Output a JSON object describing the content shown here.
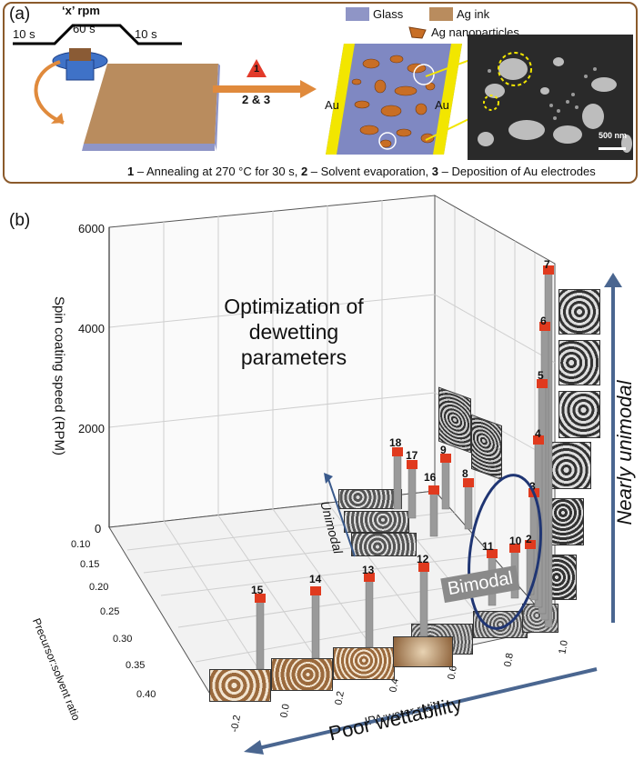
{
  "panel_a": {
    "letter": "(a)",
    "rpm_label": "‘x’ rpm",
    "step_left": "10 s",
    "step_mid": "60 s",
    "step_right": "10 s",
    "legend_glass": "Glass",
    "legend_ag_ink": "Ag ink",
    "legend_ag_np": "Ag nanoparticles",
    "arrow_step_top": "1",
    "arrow_step_bottom": "2 & 3",
    "au_left": "Au",
    "au_right": "Au",
    "scale_bar": "500 nm",
    "caption_1_num": "1",
    "caption_1_text": " – Annealing at 270 °C for 30 s, ",
    "caption_2_num": "2",
    "caption_2_text": " – Solvent evaporation, ",
    "caption_3_num": "3",
    "caption_3_text": " – Deposition of Au electrodes",
    "colors": {
      "border": "#8b5a2b",
      "glass": "#8f95c6",
      "ag_ink": "#b98c5e",
      "au": "#f2e600",
      "arrow": "#e08a3c"
    }
  },
  "panel_b": {
    "letter": "(b)",
    "z_axis_label": "Spin coating speed (RPM)",
    "z_ticks": [
      "6000",
      "4000",
      "2000",
      "0"
    ],
    "y_axis_label": "Precursor:solvent ratio",
    "y_ticks": [
      "0.10",
      "0.15",
      "0.20",
      "0.25",
      "0.30",
      "0.35",
      "0.40"
    ],
    "x_axis_label": "IPA:water ratio",
    "x_ticks": [
      "-0.2",
      "0.0",
      "0.2",
      "0.4",
      "0.6",
      "0.8",
      "1.0"
    ],
    "title_line1": "Optimization of",
    "title_line2": "dewetting",
    "title_line3": "parameters",
    "label_unimodal": "Unimodal",
    "label_bimodal": "Bimodal",
    "label_nearly_unimodal": "Nearly unimodal",
    "label_poor_wettability": "Poor wettability",
    "colors": {
      "arrow": "#4a6690",
      "ellipse": "#1f3573",
      "marker": "#e03a1e",
      "pillar": "#9a9a9a"
    },
    "samples": [
      {
        "id": "1"
      },
      {
        "id": "2"
      },
      {
        "id": "3"
      },
      {
        "id": "4"
      },
      {
        "id": "5"
      },
      {
        "id": "6"
      },
      {
        "id": "7"
      },
      {
        "id": "8"
      },
      {
        "id": "9"
      },
      {
        "id": "10"
      },
      {
        "id": "11"
      },
      {
        "id": "12"
      },
      {
        "id": "13"
      },
      {
        "id": "14"
      },
      {
        "id": "15"
      },
      {
        "id": "16"
      },
      {
        "id": "17"
      },
      {
        "id": "18"
      }
    ]
  }
}
